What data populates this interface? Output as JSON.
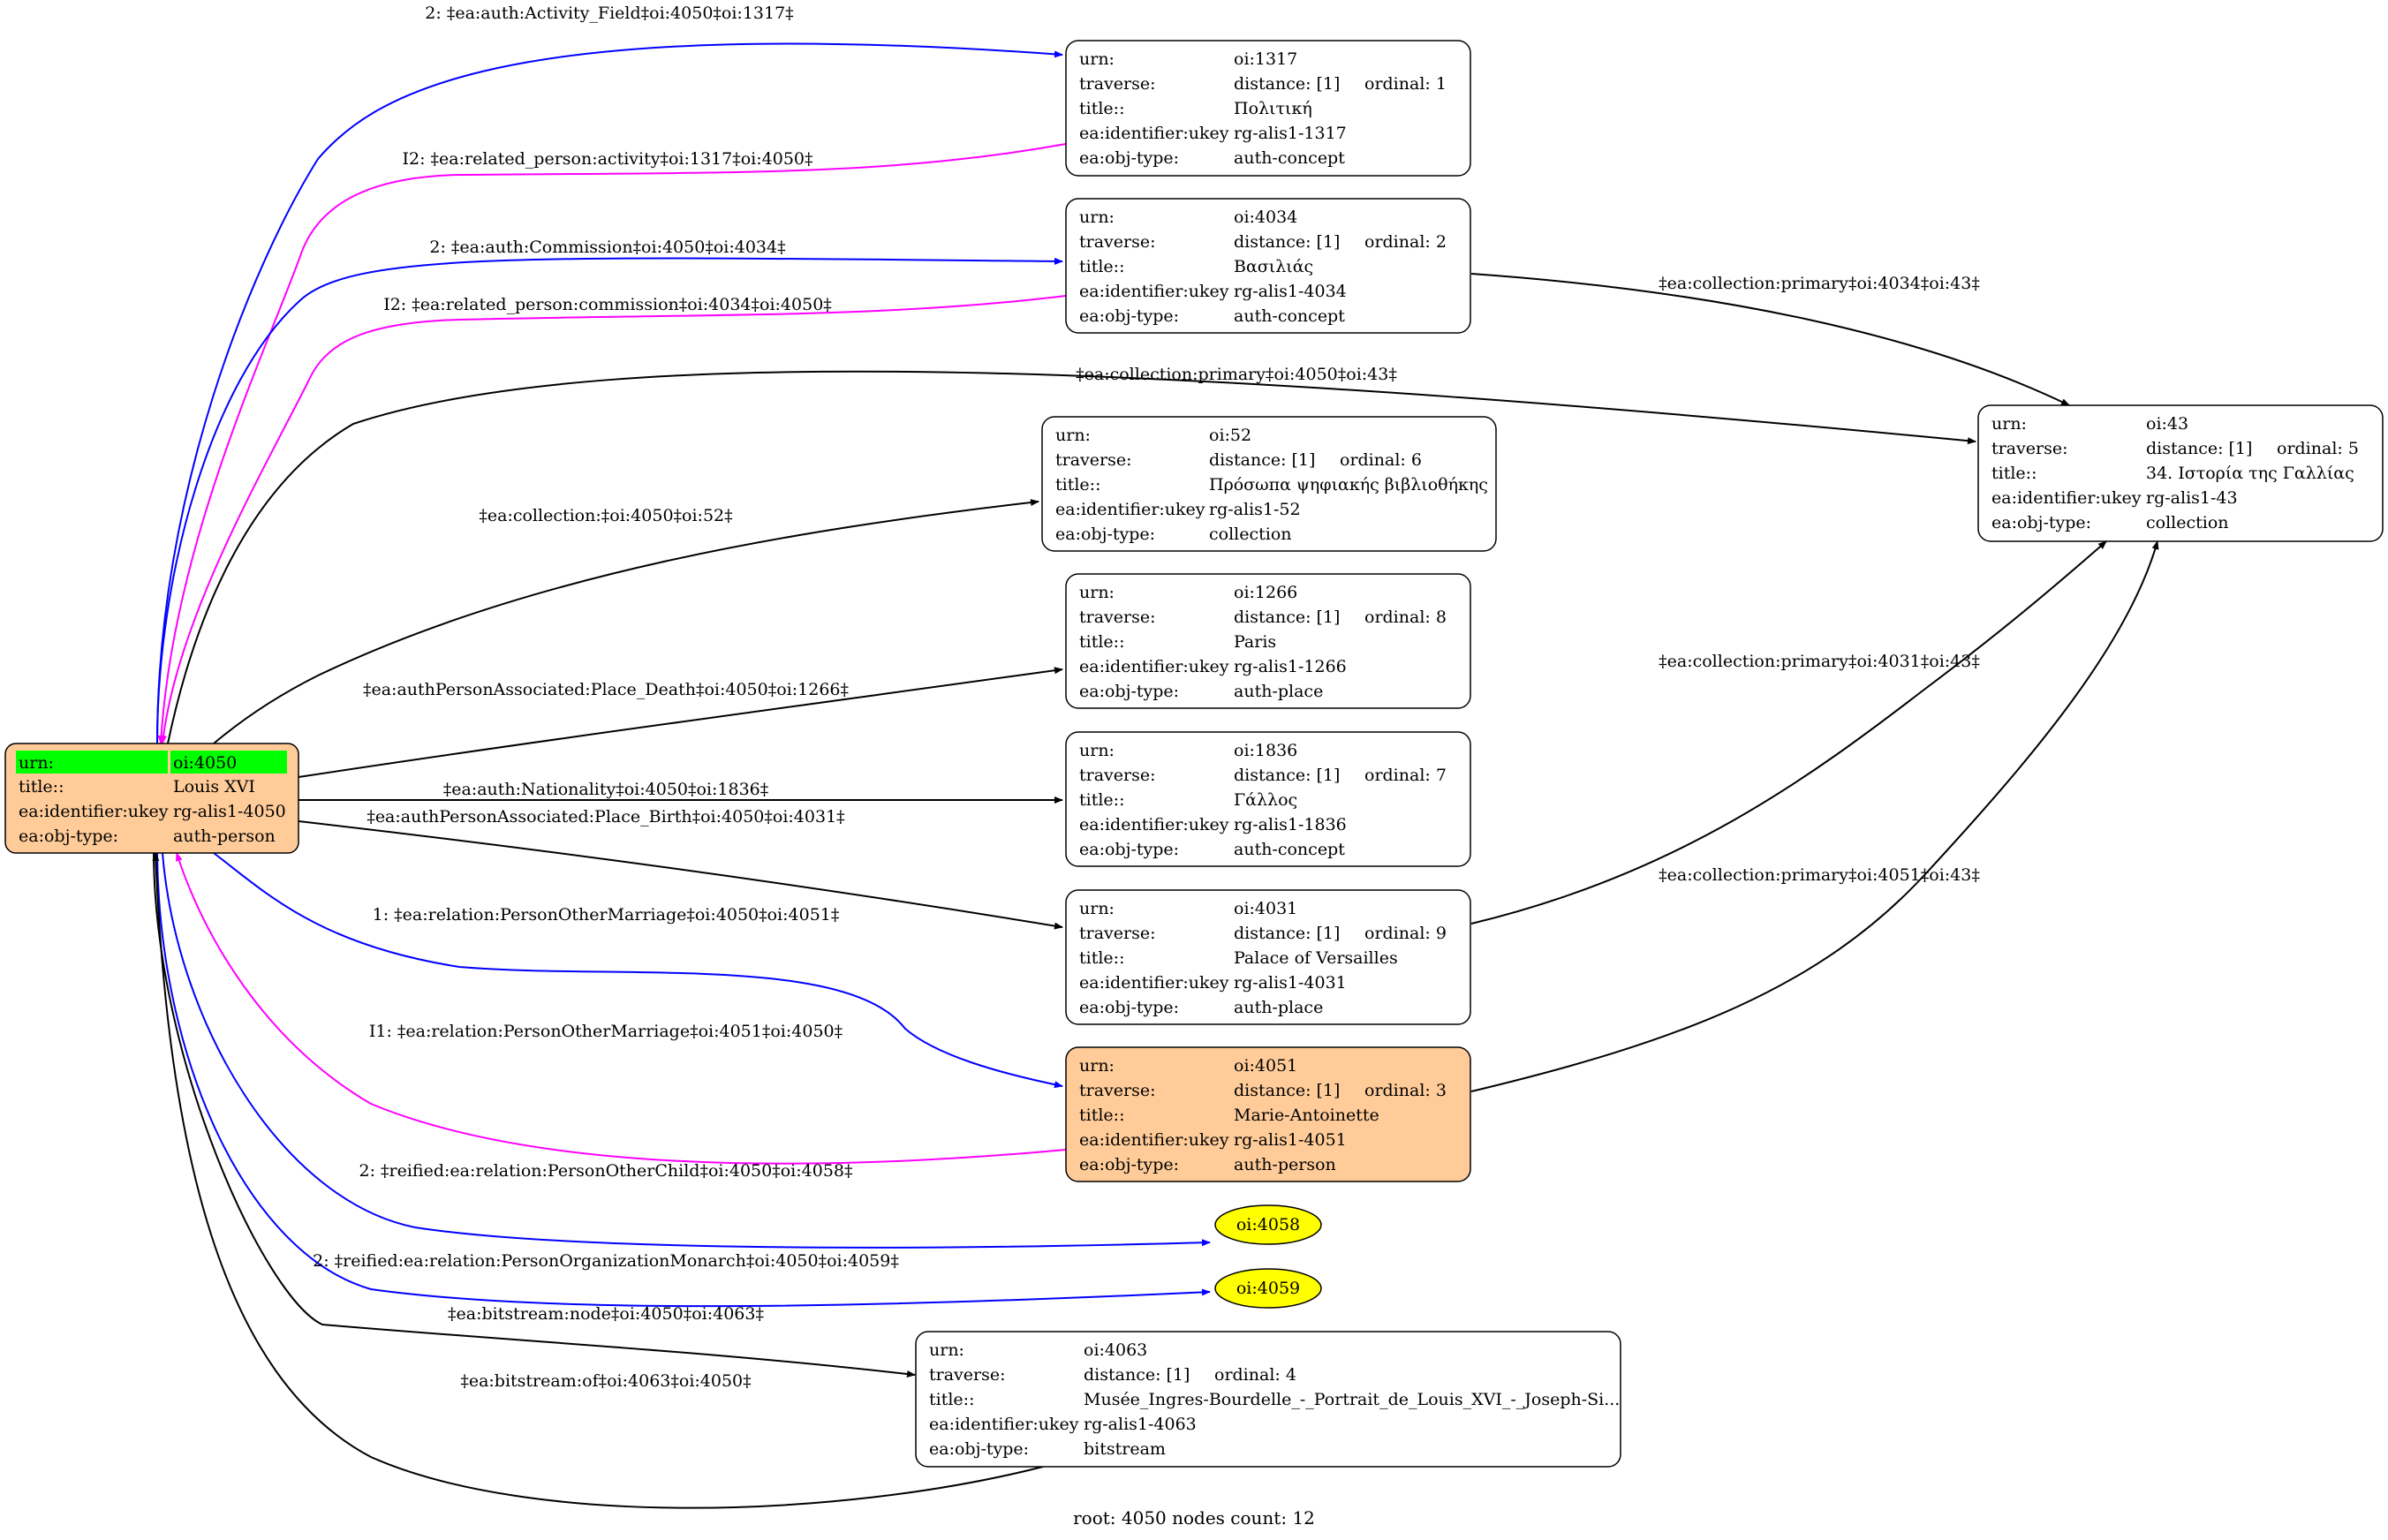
{
  "footer": "root: 4050 nodes count: 12",
  "colors": {
    "root_fill": "#ffcc99",
    "root_header": "#00ff00",
    "reified_fill": "#ffff00",
    "edge_black": "#000000",
    "edge_blue": "#0000ff",
    "edge_magenta": "#ff00ff"
  },
  "nodes": {
    "n4050": {
      "style": "root",
      "rows": [
        {
          "k": "urn:",
          "v": "oi:4050"
        },
        {
          "k": "title::",
          "v": "Louis XVI"
        },
        {
          "k": "ea:identifier:ukey",
          "v": "rg-alis1-4050"
        },
        {
          "k": "ea:obj-type:",
          "v": "auth-person"
        }
      ]
    },
    "n1317": {
      "style": "plain",
      "rows": [
        {
          "k": "urn:",
          "v": "oi:1317"
        },
        {
          "k": "traverse:",
          "v": "distance: [1]",
          "extra": "ordinal: 1"
        },
        {
          "k": "title::",
          "v": "Πολιτική"
        },
        {
          "k": "ea:identifier:ukey",
          "v": "rg-alis1-1317"
        },
        {
          "k": "ea:obj-type:",
          "v": "auth-concept"
        }
      ]
    },
    "n4034": {
      "style": "plain",
      "rows": [
        {
          "k": "urn:",
          "v": "oi:4034"
        },
        {
          "k": "traverse:",
          "v": "distance: [1]",
          "extra": "ordinal: 2"
        },
        {
          "k": "title::",
          "v": "Βασιλιάς"
        },
        {
          "k": "ea:identifier:ukey",
          "v": "rg-alis1-4034"
        },
        {
          "k": "ea:obj-type:",
          "v": "auth-concept"
        }
      ]
    },
    "n52": {
      "style": "plain",
      "rows": [
        {
          "k": "urn:",
          "v": "oi:52"
        },
        {
          "k": "traverse:",
          "v": "distance: [1]",
          "extra": "ordinal: 6"
        },
        {
          "k": "title::",
          "v": "Πρόσωπα ψηφιακής βιβλιοθήκης"
        },
        {
          "k": "ea:identifier:ukey",
          "v": "rg-alis1-52"
        },
        {
          "k": "ea:obj-type:",
          "v": "collection"
        }
      ]
    },
    "n1266": {
      "style": "plain",
      "rows": [
        {
          "k": "urn:",
          "v": "oi:1266"
        },
        {
          "k": "traverse:",
          "v": "distance: [1]",
          "extra": "ordinal: 8"
        },
        {
          "k": "title::",
          "v": "Paris"
        },
        {
          "k": "ea:identifier:ukey",
          "v": "rg-alis1-1266"
        },
        {
          "k": "ea:obj-type:",
          "v": "auth-place"
        }
      ]
    },
    "n1836": {
      "style": "plain",
      "rows": [
        {
          "k": "urn:",
          "v": "oi:1836"
        },
        {
          "k": "traverse:",
          "v": "distance: [1]",
          "extra": "ordinal: 7"
        },
        {
          "k": "title::",
          "v": "Γάλλος"
        },
        {
          "k": "ea:identifier:ukey",
          "v": "rg-alis1-1836"
        },
        {
          "k": "ea:obj-type:",
          "v": "auth-concept"
        }
      ]
    },
    "n4031": {
      "style": "plain",
      "rows": [
        {
          "k": "urn:",
          "v": "oi:4031"
        },
        {
          "k": "traverse:",
          "v": "distance: [1]",
          "extra": "ordinal: 9"
        },
        {
          "k": "title::",
          "v": "Palace of Versailles"
        },
        {
          "k": "ea:identifier:ukey",
          "v": "rg-alis1-4031"
        },
        {
          "k": "ea:obj-type:",
          "v": "auth-place"
        }
      ]
    },
    "n4051": {
      "style": "highlight",
      "rows": [
        {
          "k": "urn:",
          "v": "oi:4051"
        },
        {
          "k": "traverse:",
          "v": "distance: [1]",
          "extra": "ordinal: 3"
        },
        {
          "k": "title::",
          "v": "Marie-Antoinette"
        },
        {
          "k": "ea:identifier:ukey",
          "v": "rg-alis1-4051"
        },
        {
          "k": "ea:obj-type:",
          "v": "auth-person"
        }
      ]
    },
    "n43": {
      "style": "plain",
      "rows": [
        {
          "k": "urn:",
          "v": "oi:43"
        },
        {
          "k": "traverse:",
          "v": "distance: [1]",
          "extra": "ordinal: 5"
        },
        {
          "k": "title::",
          "v": "34. Ιστορία της Γαλλίας"
        },
        {
          "k": "ea:identifier:ukey",
          "v": "rg-alis1-43"
        },
        {
          "k": "ea:obj-type:",
          "v": "collection"
        }
      ]
    },
    "n4063": {
      "style": "plain",
      "rows": [
        {
          "k": "urn:",
          "v": "oi:4063"
        },
        {
          "k": "traverse:",
          "v": "distance: [1]",
          "extra": "ordinal: 4"
        },
        {
          "k": "title::",
          "v": "Musée_Ingres-Bourdelle_-_Portrait_de_Louis_XVI_-_Joseph-Si..."
        },
        {
          "k": "ea:identifier:ukey",
          "v": "rg-alis1-4063"
        },
        {
          "k": "ea:obj-type:",
          "v": "bitstream"
        }
      ]
    },
    "n4058": {
      "style": "ellipse",
      "label": "oi:4058"
    },
    "n4059": {
      "style": "ellipse",
      "label": "oi:4059"
    }
  },
  "edges": [
    {
      "id": "e1",
      "label": "2: ‡ea:auth:Activity_Field‡oi:4050‡oi:1317‡",
      "color": "blue"
    },
    {
      "id": "e2",
      "label": "I2: ‡ea:related_person:activity‡oi:1317‡oi:4050‡",
      "color": "magenta"
    },
    {
      "id": "e3",
      "label": "2: ‡ea:auth:Commission‡oi:4050‡oi:4034‡",
      "color": "blue"
    },
    {
      "id": "e4",
      "label": "I2: ‡ea:related_person:commission‡oi:4034‡oi:4050‡",
      "color": "magenta"
    },
    {
      "id": "e5",
      "label": "‡ea:collection:primary‡oi:4050‡oi:43‡",
      "color": "black"
    },
    {
      "id": "e6",
      "label": "‡ea:collection:‡oi:4050‡oi:52‡",
      "color": "black"
    },
    {
      "id": "e7",
      "label": "‡ea:authPersonAssociated:Place_Death‡oi:4050‡oi:1266‡",
      "color": "black"
    },
    {
      "id": "e8",
      "label": "‡ea:auth:Nationality‡oi:4050‡oi:1836‡",
      "color": "black"
    },
    {
      "id": "e9",
      "label": "‡ea:authPersonAssociated:Place_Birth‡oi:4050‡oi:4031‡",
      "color": "black"
    },
    {
      "id": "e10",
      "label": "1: ‡ea:relation:PersonOtherMarriage‡oi:4050‡oi:4051‡",
      "color": "blue"
    },
    {
      "id": "e11",
      "label": "I1: ‡ea:relation:PersonOtherMarriage‡oi:4051‡oi:4050‡",
      "color": "magenta"
    },
    {
      "id": "e12",
      "label": "2: ‡reified:ea:relation:PersonOtherChild‡oi:4050‡oi:4058‡",
      "color": "blue"
    },
    {
      "id": "e13",
      "label": "2: ‡reified:ea:relation:PersonOrganizationMonarch‡oi:4050‡oi:4059‡",
      "color": "blue"
    },
    {
      "id": "e14",
      "label": "‡ea:bitstream:node‡oi:4050‡oi:4063‡",
      "color": "black"
    },
    {
      "id": "e15",
      "label": "‡ea:bitstream:of‡oi:4063‡oi:4050‡",
      "color": "black"
    },
    {
      "id": "e16",
      "label": "‡ea:collection:primary‡oi:4034‡oi:43‡",
      "color": "black"
    },
    {
      "id": "e17",
      "label": "‡ea:collection:primary‡oi:4031‡oi:43‡",
      "color": "black"
    },
    {
      "id": "e18",
      "label": "‡ea:collection:primary‡oi:4051‡oi:43‡",
      "color": "black"
    }
  ]
}
